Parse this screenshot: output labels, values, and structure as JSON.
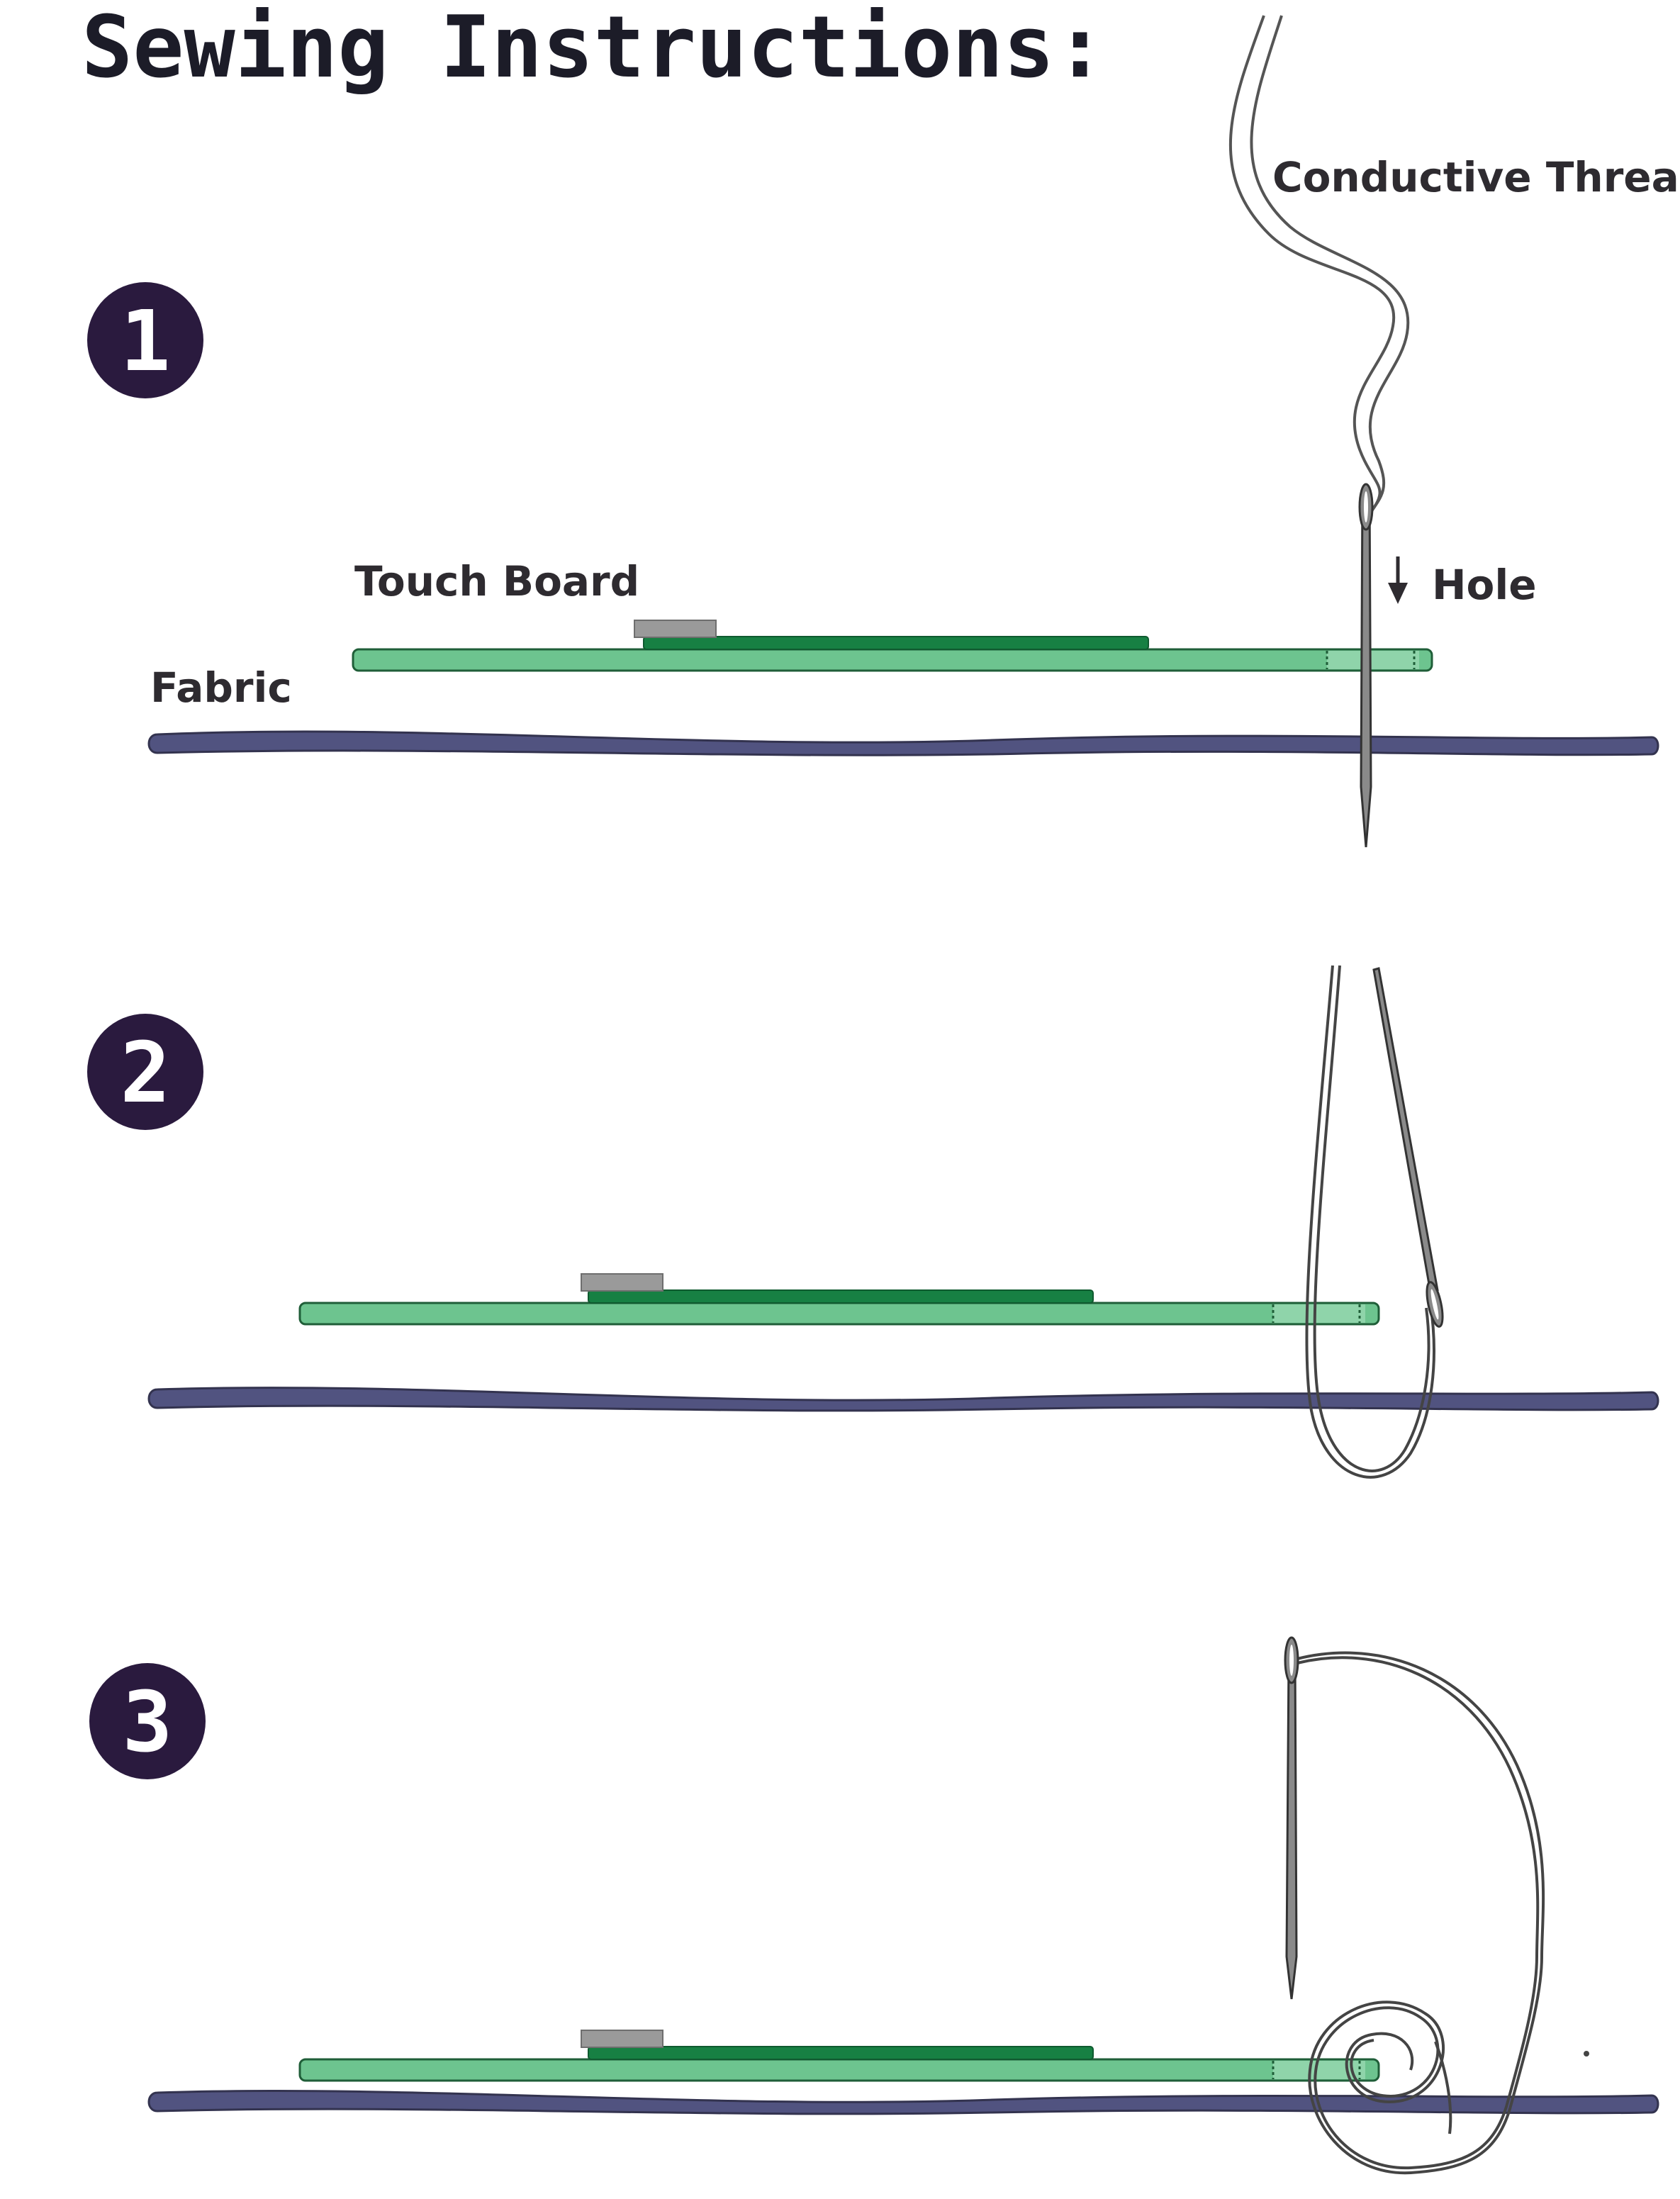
{
  "title": "Sewing Instructions:",
  "labels": {
    "thread": "Conductive Thread",
    "hole": "Hole",
    "board": "Touch Board",
    "fabric": "Fabric"
  },
  "steps": [
    "1",
    "2",
    "3"
  ],
  "colors": {
    "badge": "#2a1a3e",
    "fabric": "#515380",
    "board": "#6dc48f",
    "board_hole_area": "#8fd4aa",
    "board_trace": "#178043",
    "component": "#9a9a9a",
    "needle": "#8a8a8a",
    "thread": "#444444"
  }
}
